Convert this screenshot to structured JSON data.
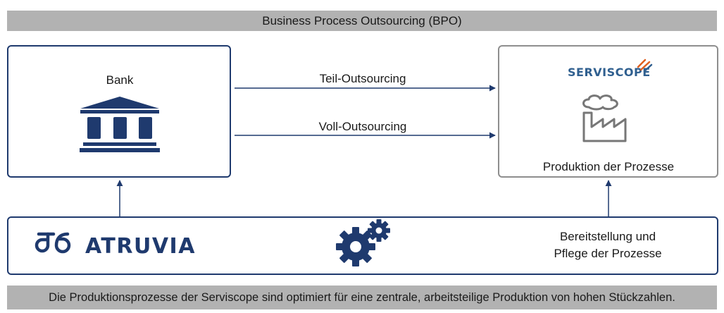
{
  "header_banner": "Business Process Outsourcing (BPO)",
  "bank": {
    "label": "Bank"
  },
  "arrows": {
    "partial": "Teil-Outsourcing",
    "full": "Voll-Outsourcing"
  },
  "production": {
    "logo_text": "SERVISCOPE",
    "label": "Produktion der Prozesse"
  },
  "atruvia": {
    "logo_text": "ATRUVIA",
    "provision_line1": "Bereitstellung und",
    "provision_line2": "Pflege der Prozesse"
  },
  "footer_banner": "Die Produktionsprozesse der Serviscope sind optimiert für eine zentrale, arbeitsteilige Produktion von hohen Stückzahlen.",
  "colors": {
    "navy": "#1f3a6e",
    "grey_border": "#8e8e8e",
    "banner_bg": "#b2b2b2",
    "factory_grey": "#777777",
    "logo_orange": "#e0601e"
  }
}
